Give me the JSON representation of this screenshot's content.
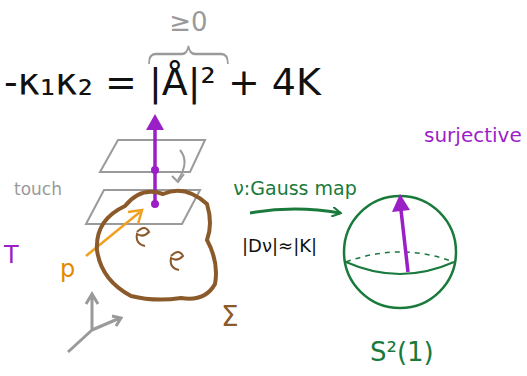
{
  "diagram": {
    "nodes": [
      {
        "text": [
          "Σ"
        ]
      },
      {
        "text": [
          "S²(1)"
        ]
      }
    ],
    "edges": [
      {
        "from": 0,
        "to": 1,
        "arrow": "to",
        "label": "ν:Gauss map"
      }
    ],
    "labels": [
      "≥0",
      "-κ₁κ₂ = |Å|² + 4K",
      "surjective",
      "touch",
      "p",
      "T",
      "|Dν|≈|K|"
    ]
  }
}
